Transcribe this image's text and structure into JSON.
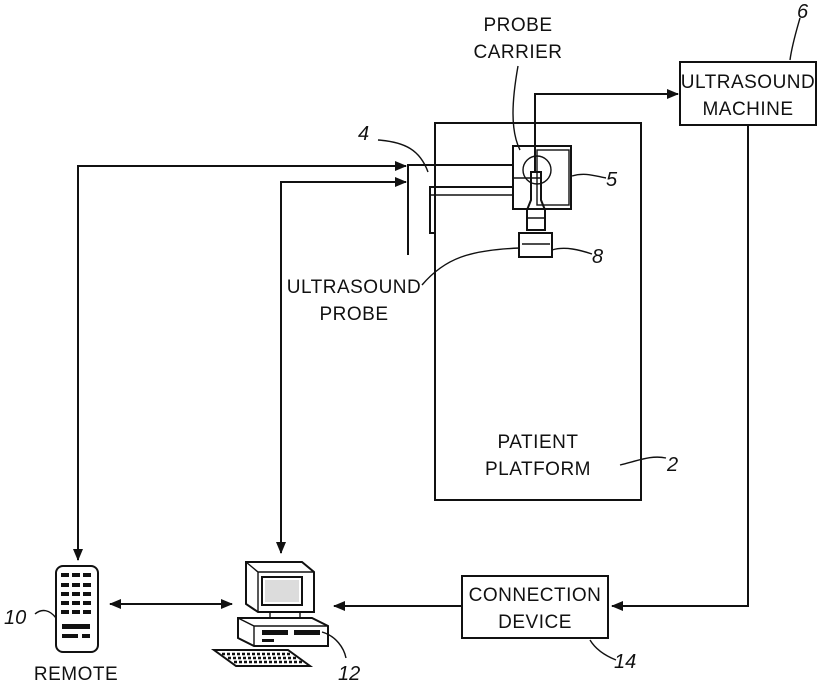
{
  "labels": {
    "probe_carrier_1": "PROBE",
    "probe_carrier_2": "CARRIER",
    "ultrasound_machine_1": "ULTRASOUND",
    "ultrasound_machine_2": "MACHINE",
    "ultrasound_probe_1": "ULTRASOUND",
    "ultrasound_probe_2": "PROBE",
    "patient_platform_1": "PATIENT",
    "patient_platform_2": "PLATFORM",
    "connection_device_1": "CONNECTION",
    "connection_device_2": "DEVICE",
    "remote": "REMOTE"
  },
  "refs": {
    "platform": "2",
    "arm": "4",
    "carrier": "5",
    "machine": "6",
    "probe": "8",
    "remote": "10",
    "computer": "12",
    "connection": "14"
  },
  "colors": {
    "ink": "#111111",
    "paper": "#ffffff"
  }
}
